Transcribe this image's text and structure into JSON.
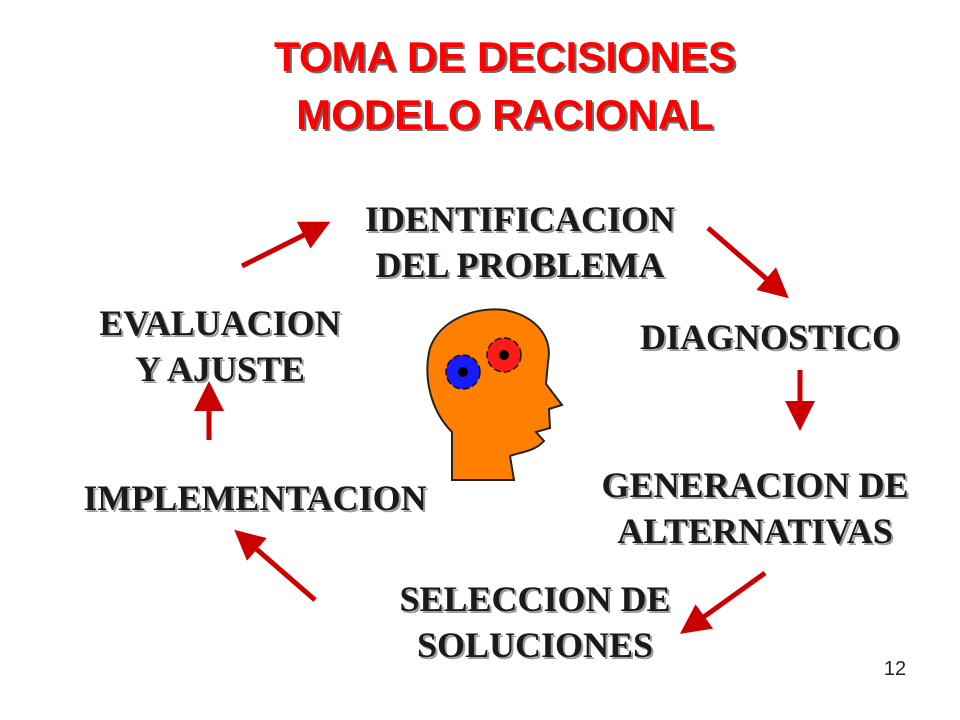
{
  "title": {
    "line1": "TOMA DE DECISIONES",
    "line2": "MODELO RACIONAL"
  },
  "steps": {
    "identification": {
      "line1": "IDENTIFICACION",
      "line2": "DEL PROBLEMA"
    },
    "diagnosis": {
      "line1": "DIAGNOSTICO"
    },
    "generation": {
      "line1": "GENERACION DE",
      "line2": "ALTERNATIVAS"
    },
    "selection": {
      "line1": "SELECCION DE",
      "line2": "SOLUCIONES"
    },
    "implementation": {
      "line1": "IMPLEMENTACION"
    },
    "evaluation": {
      "line1": "EVALUACION",
      "line2": "Y AJUSTE"
    }
  },
  "page_number": "12",
  "icons": {
    "center": "head-with-gears-icon",
    "connector": "arrow-icon"
  },
  "colors": {
    "title": "#ff0000",
    "arrow": "#cc0000",
    "head": "#ff8000",
    "gear_blue": "#1a1aff",
    "gear_red": "#ff1a1a"
  }
}
